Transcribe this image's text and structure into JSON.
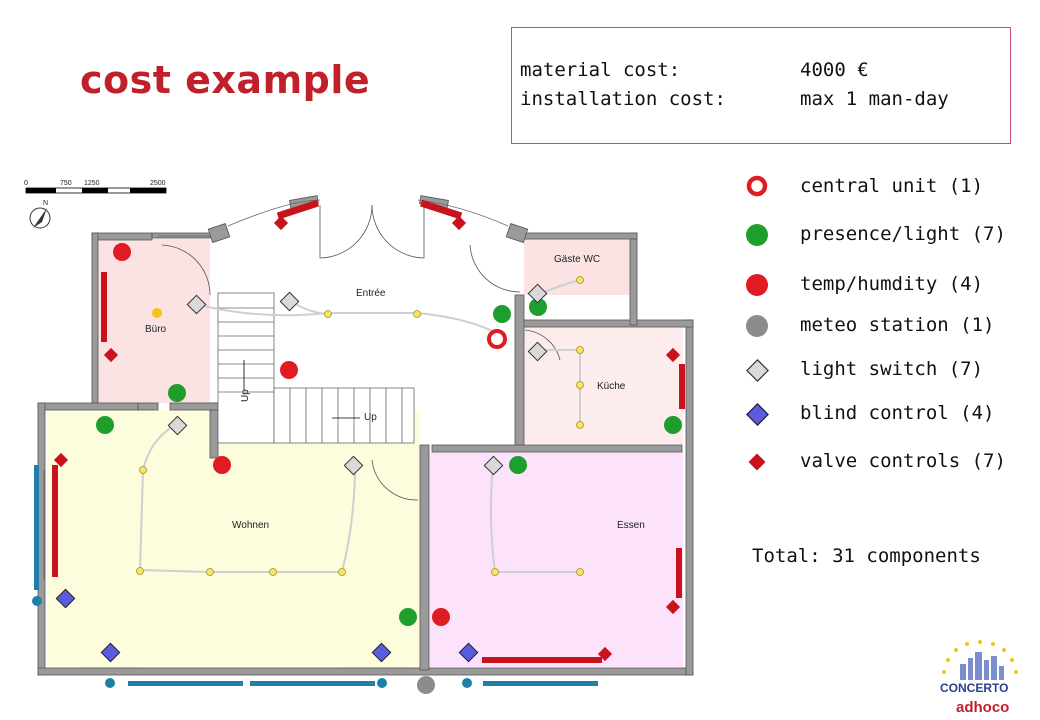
{
  "title": "cost example",
  "cost": {
    "material_label": "material cost:",
    "material_value": "4000 €",
    "install_label": "installation cost:",
    "install_value": "max 1 man-day"
  },
  "legend": [
    {
      "label": "central unit (1)",
      "icon": "central-unit-icon",
      "shape": "ring",
      "color": "#e11b22"
    },
    {
      "label": "presence/light (7)",
      "icon": "presence-light-icon",
      "shape": "dot",
      "color": "#1e9e2c"
    },
    {
      "label": "temp/humdity (4)",
      "icon": "temp-humidity-icon",
      "shape": "dot",
      "color": "#e11b22"
    },
    {
      "label": "meteo station (1)",
      "icon": "meteo-station-icon",
      "shape": "dot",
      "color": "#8c8c8c"
    },
    {
      "label": "light switch (7)",
      "icon": "light-switch-icon",
      "shape": "diamond",
      "color": "#d9d9d9"
    },
    {
      "label": "blind control (4)",
      "icon": "blind-control-icon",
      "shape": "diamond",
      "color": "#5b5be0"
    },
    {
      "label": "valve controls (7)",
      "icon": "valve-control-icon",
      "shape": "smalldiamond",
      "color": "#c8121c"
    }
  ],
  "total": "Total: 31 components",
  "plan": {
    "rooms": {
      "buero": "Büro",
      "entree": "Entrée",
      "gaeste_wc": "Gäste WC",
      "kueche": "Küche",
      "wohnen": "Wohnen",
      "essen": "Essen"
    },
    "stair_up_1": "Up",
    "stair_up_2": "Up",
    "scale_ticks": [
      "0",
      "750",
      "1250",
      "2500"
    ],
    "compass": "N"
  },
  "logo": {
    "line1": "CONCERTO",
    "line2": "adhoco"
  }
}
